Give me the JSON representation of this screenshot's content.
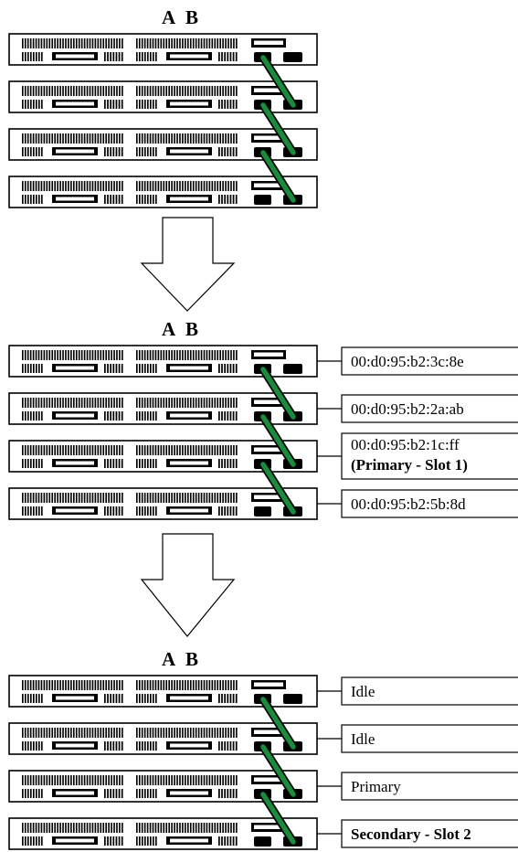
{
  "diagram": {
    "port_labels": {
      "a": "A",
      "b": "B"
    },
    "colors": {
      "cable": "#1a8a3c",
      "primary_text": "#22aa22",
      "secondary_text": "#1a1aee",
      "outline": "#000000"
    },
    "stage1": {
      "switch_count": 4,
      "tags": []
    },
    "stage2": {
      "switch_count": 4,
      "tags": [
        {
          "lines": [
            "00:d0:95:b2:3c:8e"
          ],
          "style": "normal"
        },
        {
          "lines": [
            "00:d0:95:b2:2a:ab"
          ],
          "style": "normal"
        },
        {
          "lines": [
            "00:d0:95:b2:1c:ff",
            "(Primary - Slot 1)"
          ],
          "style": "primary"
        },
        {
          "lines": [
            "00:d0:95:b2:5b:8d"
          ],
          "style": "normal"
        }
      ]
    },
    "stage3": {
      "switch_count": 4,
      "tags": [
        {
          "lines": [
            "Idle"
          ],
          "style": "normal"
        },
        {
          "lines": [
            "Idle"
          ],
          "style": "normal"
        },
        {
          "lines": [
            "Primary"
          ],
          "style": "normal"
        },
        {
          "lines": [
            "Secondary - Slot 2"
          ],
          "style": "secondary"
        }
      ]
    }
  }
}
